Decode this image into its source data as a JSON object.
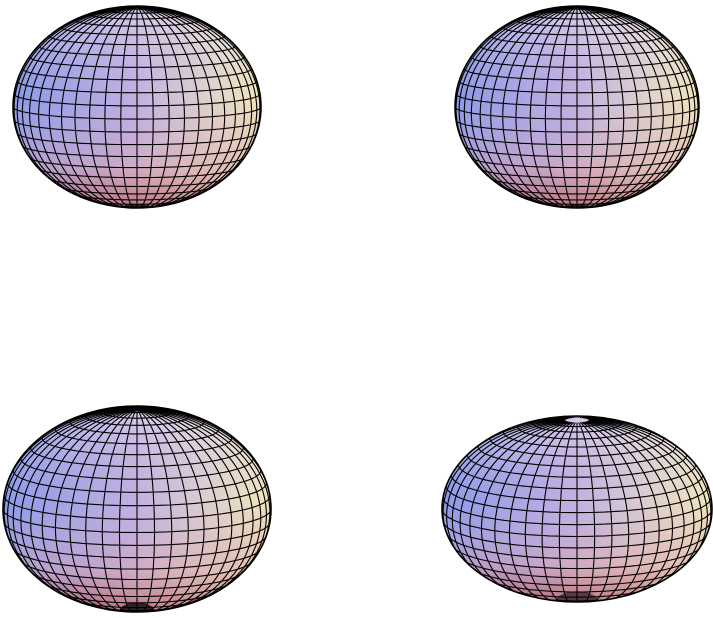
{
  "figure": {
    "surfaces": [
      {
        "shape": "sphere",
        "inner_hole": false
      },
      {
        "shape": "sphere",
        "inner_hole": false
      },
      {
        "shape": "oblate-spheroid",
        "inner_hole": false
      },
      {
        "shape": "torus-like",
        "inner_hole": true
      }
    ],
    "colors": {
      "background": "#ffffff",
      "mesh_line": "#000000",
      "shade_blue": "#8a9ae8",
      "shade_lavender": "#c3b0e0",
      "shade_cream": "#f2ecc4",
      "shade_pink": "#d4a0b4",
      "shade_red": "#a85068",
      "shade_peach": "#f0c8a0"
    },
    "mesh": {
      "meridians": 24,
      "parallels": 12
    }
  }
}
